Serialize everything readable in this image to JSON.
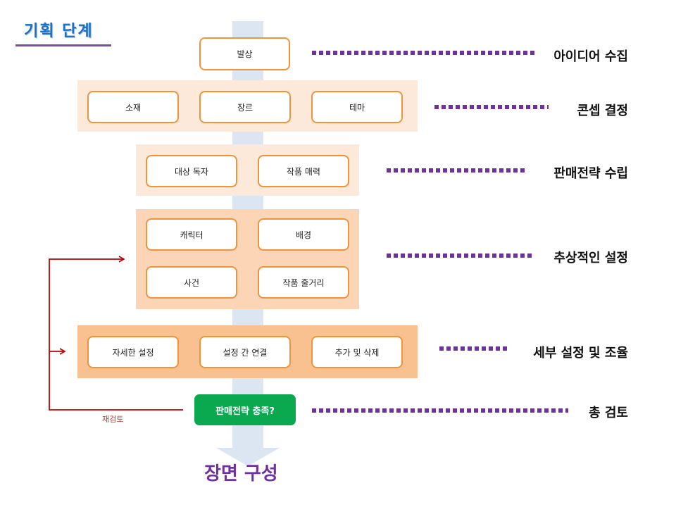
{
  "title": "기획 단계",
  "colors": {
    "arrow": "#dce6f2",
    "band_light": "#fde9d9",
    "band_medium": "#fbd5b5",
    "band_dark": "#f9c090",
    "box_border": "#f0943c",
    "dots": "#7030a0",
    "decision": "#0aa84f",
    "feedback": "#c00000"
  },
  "levels": [
    {
      "boxes": [
        "발상"
      ],
      "stage": "아이디어 수집"
    },
    {
      "boxes": [
        "소재",
        "장르",
        "테마"
      ],
      "stage": "콘셉 결정"
    },
    {
      "boxes": [
        "대상 독자",
        "작품 매력"
      ],
      "stage": "판매전략 수립"
    },
    {
      "boxes": [
        "캐릭터",
        "배경",
        "사건",
        "작품 줄거리"
      ],
      "stage": "추상적인 설정"
    },
    {
      "boxes": [
        "자세한 설정",
        "설정 간 연결",
        "추가 및 삭제"
      ],
      "stage": "세부 설정 및 조율"
    }
  ],
  "decision": {
    "label": "판매전략 충족?",
    "stage": "총 검토"
  },
  "feedback_label": "재검토",
  "result": "장면 구성"
}
